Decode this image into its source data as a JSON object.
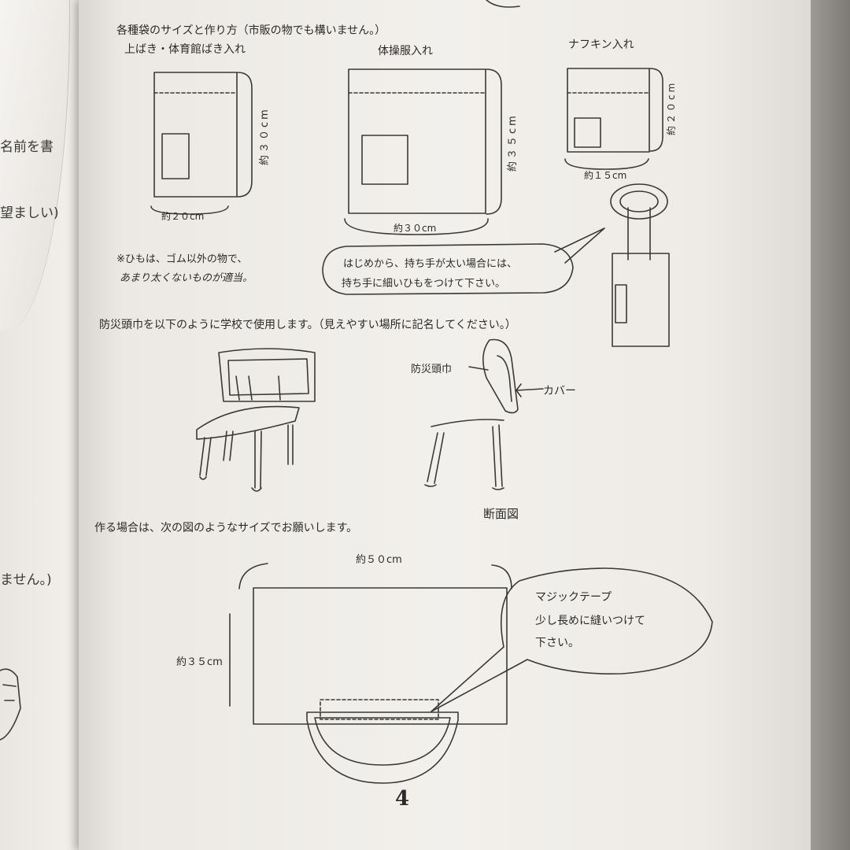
{
  "left_page": {
    "fragments": [
      "名前を書",
      "望ましい)",
      "ません。)"
    ]
  },
  "heading_bags": "各種袋のサイズと作り方（市販の物でも構いません。）",
  "bags": [
    {
      "label": "上ばき・体育館ばき入れ",
      "height": "約３０cm",
      "width": "約２０cm"
    },
    {
      "label": "体操服入れ",
      "height": "約３５cm",
      "width": "約３０cm"
    },
    {
      "label": "ナフキン入れ",
      "height": "約２０cm",
      "width": "約１５cm"
    }
  ],
  "string_note": {
    "line1": "※ひもは、ゴム以外の物で、",
    "line2": "あまり太くないものが適当。"
  },
  "handle_callout": {
    "line1": "はじめから、持ち手が太い場合には、",
    "line2": "持ち手に細いひもをつけて下さい。"
  },
  "hood_heading": "防災頭巾を以下のように学校で使用します。（見えやすい場所に記名してください。）",
  "chair_labels": {
    "hood": "防災頭巾",
    "cover": "カバー",
    "section": "断面図"
  },
  "make_heading": "作る場合は、次の図のようなサイズでお願いします。",
  "cover_dims": {
    "width": "約５０cm",
    "height": "約３５cm"
  },
  "velcro_callout": {
    "line1": "マジックテープ",
    "line2": "少し長めに縫いつけて",
    "line3": "下さい。"
  },
  "page_number": "4"
}
